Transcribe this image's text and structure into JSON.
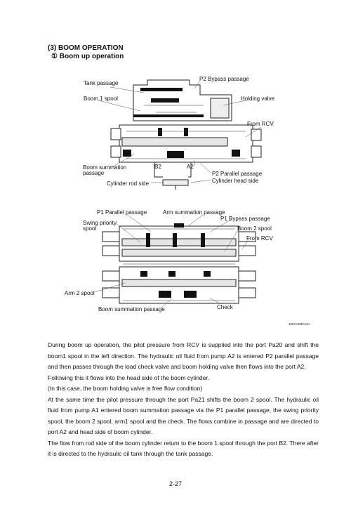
{
  "section_title": "(3) BOOM OPERATION",
  "subsection_title": "① Boom up operation",
  "figure1": {
    "labels": {
      "tank_passage": "Tank passage",
      "p2_bypass": "P2 Bypass passage",
      "boom1_spool": "Boom 1 spool",
      "holding_valve": "Holding valve",
      "from_rcv": "From RCV",
      "boom_summation_1": "Boom summation",
      "boom_summation_2": "passage",
      "b2": "B2",
      "a2": "A2",
      "p2_parallel": "P2 Parallel passage",
      "cylinder_head": "Cylinder head side",
      "cylinder_rod": "Cylinder rod side"
    }
  },
  "figure2": {
    "labels": {
      "p1_parallel": "P1 Parallel passage",
      "arm_summation": "Arm summation passage",
      "p1_bypass": "P1 Bypass passage",
      "swing_priority_1": "Swing priority",
      "swing_priority_2": "spool",
      "boom2_spool": "Boom 2 spool",
      "from_rcv": "From RCV",
      "arm2_spool": "Arm 2 spool",
      "check": "Check",
      "boom_summation": "Boom summation passage"
    }
  },
  "figure_code": "1607A2MC24A",
  "paragraphs": [
    "During boom up operation, the pilot pressure from RCV is supplied into the port Pa20 and shift the boom1 spool in the left direction. The hydraulic oil fluid from pump A2 is entered P2 parallel passage and then passes through the load check valve and boom holding valve then flows into the port A2.",
    "Following this it flows into the head side of the boom cylinder.",
    "(In this case, the boom holding valve is free flow condition)",
    "At the same time the pilot pressure through the port Pa21 shifts the boom 2 spool. The hydraulic oil fluid from pump A1 entered boom summation passage via the P1 parallel passage, the swing priority spool, the boom 2 spool, arm1 spool and the check. The flows combine in passage and are directed to port A2 and head side of boom cylinder.",
    "The flow from rod side of the boom cylinder return to the boom 1 spool through the port B2. There after it is directed to the hydraulic oil tank through the tank passage."
  ],
  "page_number": "2-27"
}
